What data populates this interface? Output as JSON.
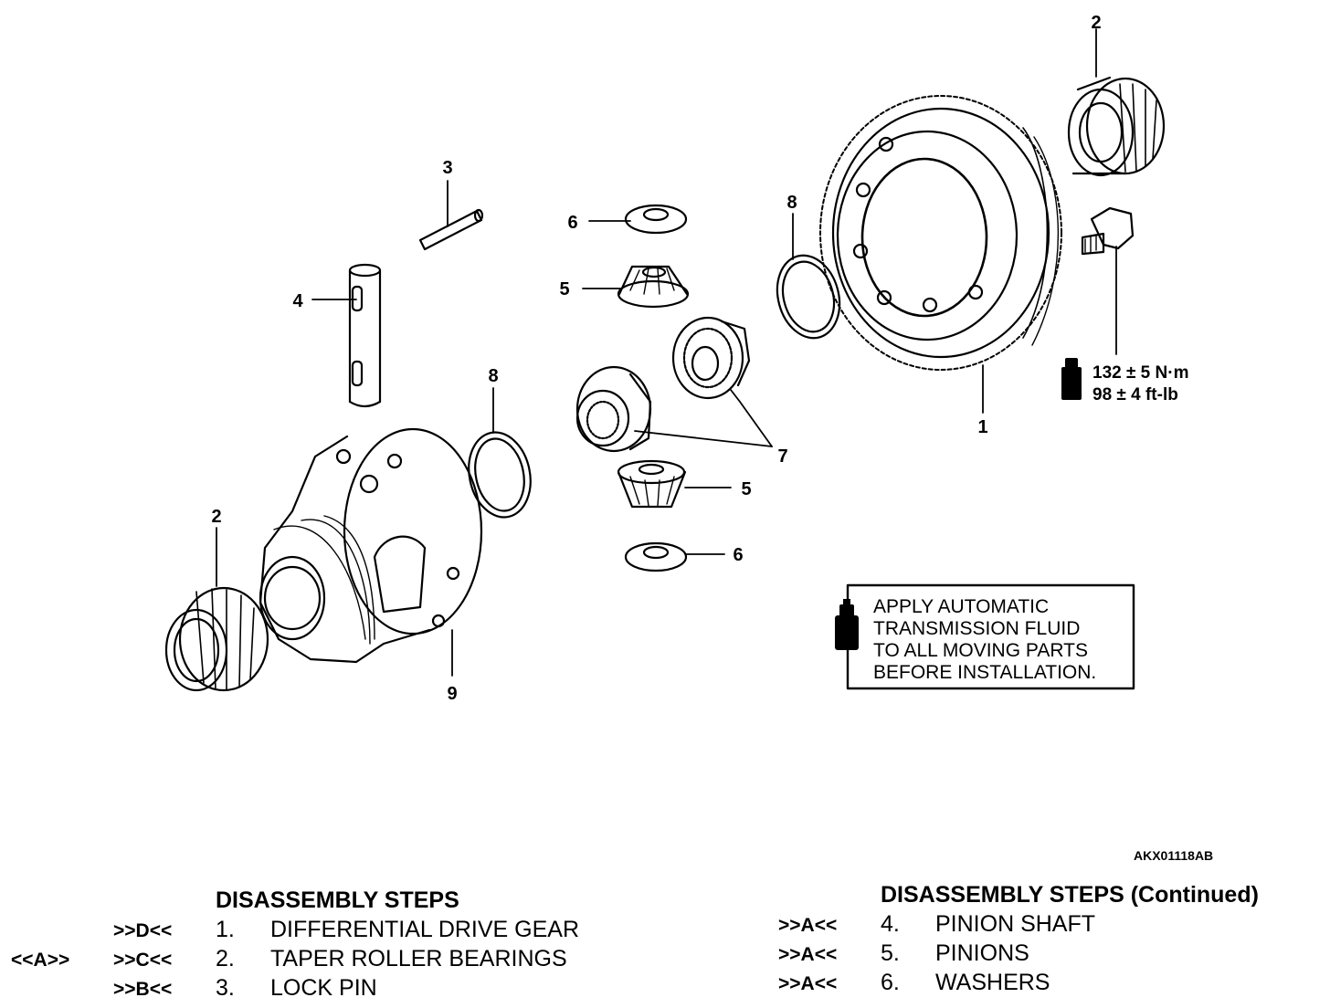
{
  "callouts": {
    "c1": "1",
    "c2_top": "2",
    "c2_bottom": "2",
    "c3": "3",
    "c4": "4",
    "c5_top": "5",
    "c5_bottom": "5",
    "c6_top": "6",
    "c6_bottom": "6",
    "c7": "7",
    "c8_left": "8",
    "c8_right": "8",
    "c9": "9"
  },
  "torque": {
    "line1": "132 ± 5 N·m",
    "line2": "98 ± 4 ft-lb"
  },
  "note": {
    "lines": [
      "APPLY AUTOMATIC",
      "TRANSMISSION FLUID",
      "TO ALL MOVING PARTS",
      "BEFORE INSTALLATION."
    ]
  },
  "figure_code": "AKX01118AB",
  "steps_left": {
    "title": "DISASSEMBLY STEPS",
    "items": [
      {
        "pre": "",
        "ref": ">>D<<",
        "num": "1.",
        "name": "DIFFERENTIAL DRIVE GEAR"
      },
      {
        "pre": "<<A>>",
        "ref": ">>C<<",
        "num": "2.",
        "name": "TAPER ROLLER BEARINGS"
      },
      {
        "pre": "",
        "ref": ">>B<<",
        "num": "3.",
        "name": "LOCK PIN"
      }
    ]
  },
  "steps_right": {
    "title": "DISASSEMBLY STEPS (Continued)",
    "items": [
      {
        "ref": ">>A<<",
        "num": "4.",
        "name": "PINION SHAFT"
      },
      {
        "ref": ">>A<<",
        "num": "5.",
        "name": "PINIONS"
      },
      {
        "ref": ">>A<<",
        "num": "6.",
        "name": "WASHERS"
      }
    ]
  }
}
